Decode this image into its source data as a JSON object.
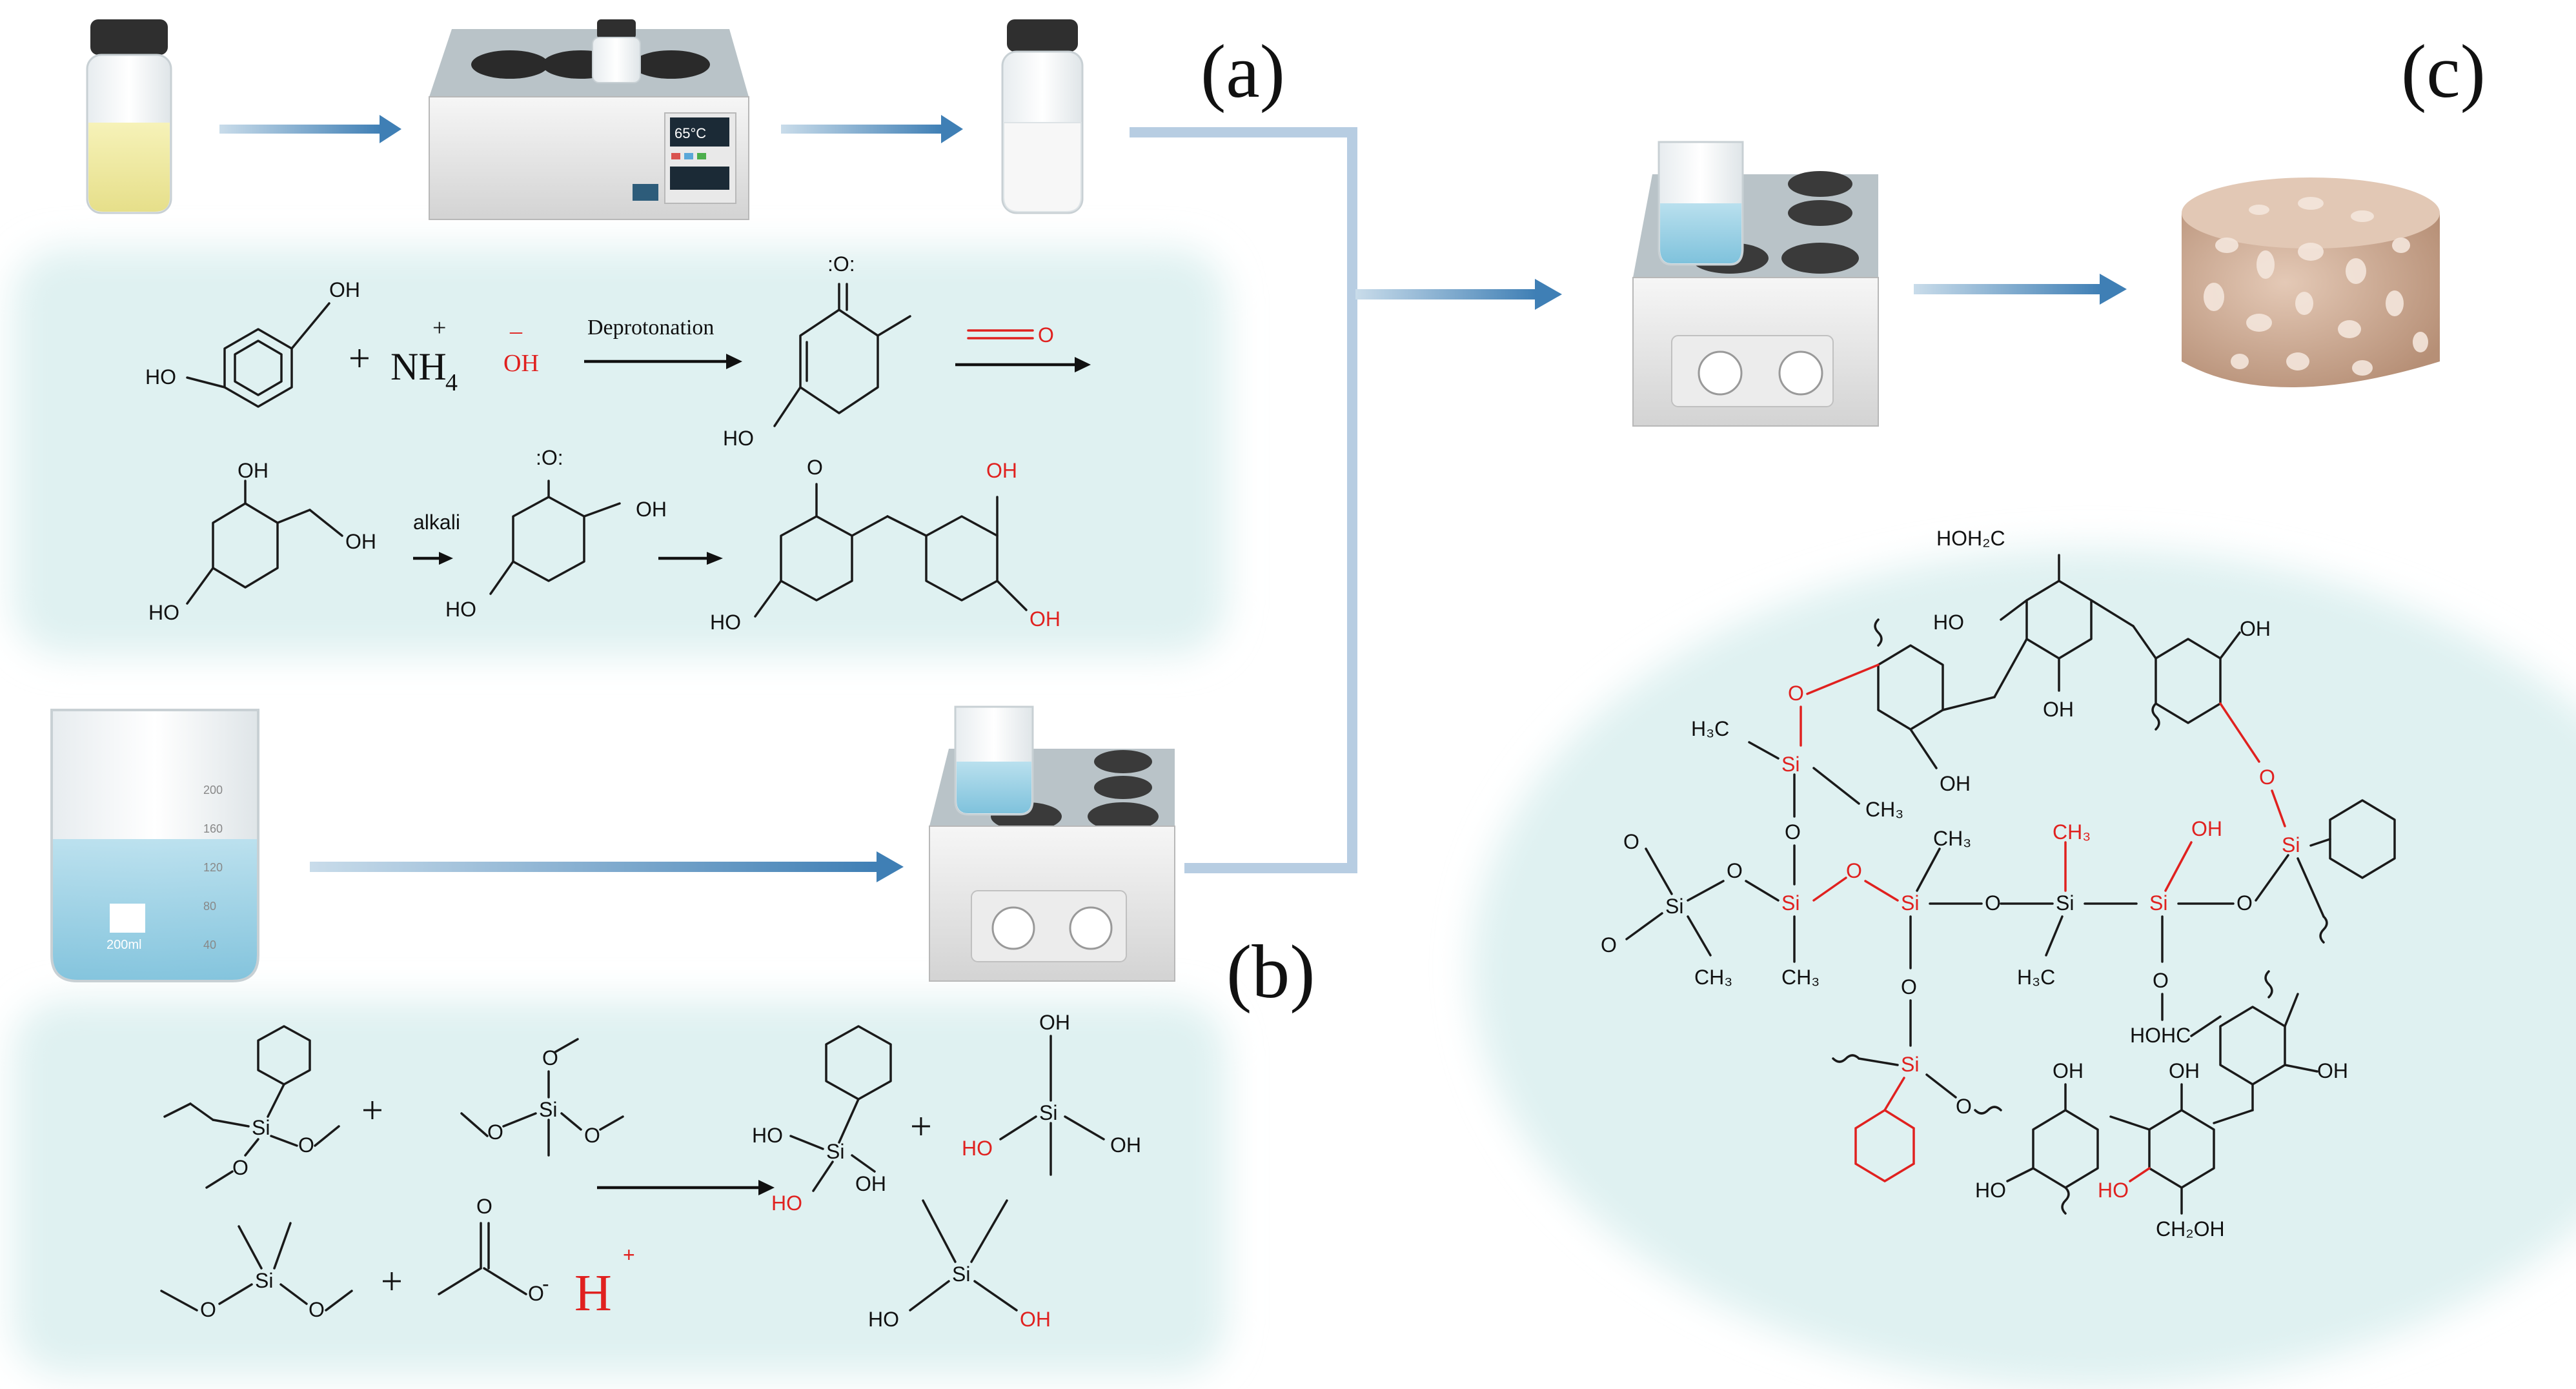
{
  "panels": {
    "a": "(a)",
    "b": "(b)",
    "c": "(c)"
  },
  "equipment": {
    "bath_temperature": "65°C",
    "beaker_volume": "200ml",
    "beaker_scale": [
      "200",
      "160",
      "120",
      "80",
      "40"
    ]
  },
  "reaction_a": {
    "nh4": "NH",
    "nh4_sub": "4",
    "nh4_plus": "+",
    "hydroxide_minus": "–",
    "hydroxide": "OH",
    "plus": "+",
    "deprotonation": "Deprotonation",
    "alkali": "alkali",
    "oh": "OH",
    "ho": "HO",
    "o_anion": "O",
    "o_radical": ":O:",
    "formaldehyde_o": "O"
  },
  "reaction_b": {
    "si": "Si",
    "plus": "+",
    "h_plus": "H",
    "h_plus_charge": "+",
    "o_minus": "O",
    "minus": "-",
    "ho": "HO",
    "oh": "OH",
    "o": "O"
  },
  "network_c": {
    "si": "Si",
    "o": "O",
    "oh": "OH",
    "ho": "HO",
    "hoh2c": "HOH₂C",
    "ch2oh": "CH₂OH",
    "hohc": "HOHC",
    "ch3": "CH₃",
    "h3c": "H₃C"
  },
  "colors": {
    "arrow": "#3f7fb5",
    "glow": "#dff1f1",
    "red": "#e0211f",
    "foam": "#cfae9a"
  }
}
